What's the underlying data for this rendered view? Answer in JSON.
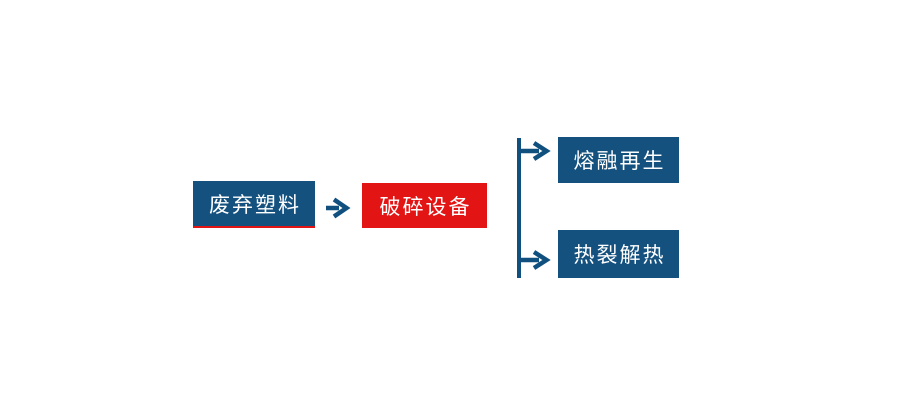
{
  "diagram": {
    "type": "flowchart",
    "direction": "left-to-right",
    "nodes": [
      {
        "id": "waste-plastic",
        "label": "废弃塑料",
        "variant": "blue",
        "role": "input"
      },
      {
        "id": "crushing-equipment",
        "label": "破碎设备",
        "variant": "red",
        "role": "process"
      },
      {
        "id": "melt-regeneration",
        "label": "熔融再生",
        "variant": "blue",
        "role": "output"
      },
      {
        "id": "pyrolysis-heat",
        "label": "热裂解热",
        "variant": "blue",
        "role": "output"
      }
    ],
    "edges": [
      {
        "from": "waste-plastic",
        "to": "crushing-equipment"
      },
      {
        "from": "crushing-equipment",
        "to": "melt-regeneration"
      },
      {
        "from": "crushing-equipment",
        "to": "pyrolysis-heat"
      }
    ],
    "colors": {
      "node_blue": "#14517f",
      "node_red": "#e21414",
      "connector": "#10507f",
      "label_text": "#ffffff",
      "underline": "#e21414",
      "background": "#ffffff"
    }
  }
}
